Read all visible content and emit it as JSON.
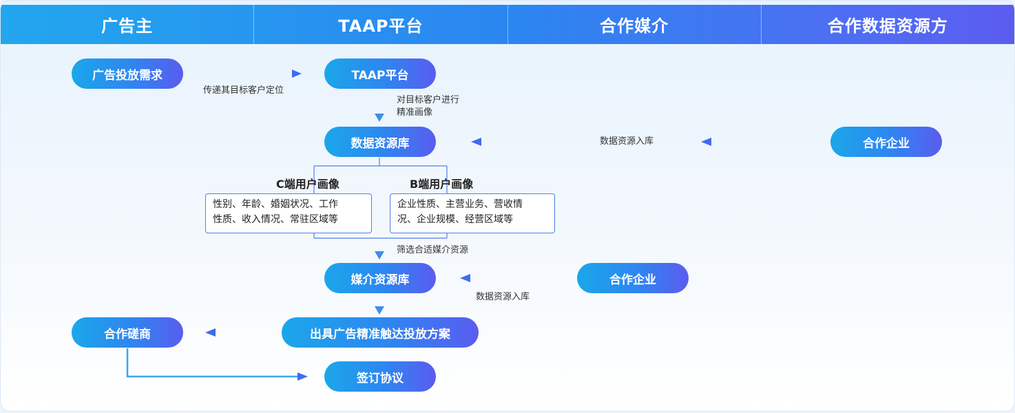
{
  "header": {
    "col1": "广告主",
    "col2": "TAAP平台",
    "col3": "合作媒介",
    "col4": "合作数据资源方"
  },
  "nodes": {
    "ad_demand": "广告投放需求",
    "taap_platform": "TAAP平台",
    "data_library": "数据资源库",
    "partner_company_right": "合作企业",
    "media_library": "媒介资源库",
    "partner_company_mid": "合作企业",
    "negotiation": "合作磋商",
    "ad_plan": "出具广告精准触达投放方案",
    "sign_agreement": "签订协议"
  },
  "labels": {
    "pass_target": "传递其目标客户定位",
    "profile_line1": "对目标客户进行",
    "profile_line2": "精准画像",
    "data_in_right": "数据资源入库",
    "filter_media": "筛选合适媒介资源",
    "data_in_mid": "数据资源入库"
  },
  "profiles": {
    "c_title": "C端用户画像",
    "c_line1": "性别、年龄、婚姻状况、工作",
    "c_line2": "性质、收入情况、常驻区域等",
    "b_title": "B端用户画像",
    "b_line1": "企业性质、主营业务、营收情",
    "b_line2": "况、企业规模、经营区域等"
  },
  "colors": {
    "accent_start": "#1aa7ea",
    "accent_end": "#5a5cf0",
    "line": "#4d7ef0"
  }
}
